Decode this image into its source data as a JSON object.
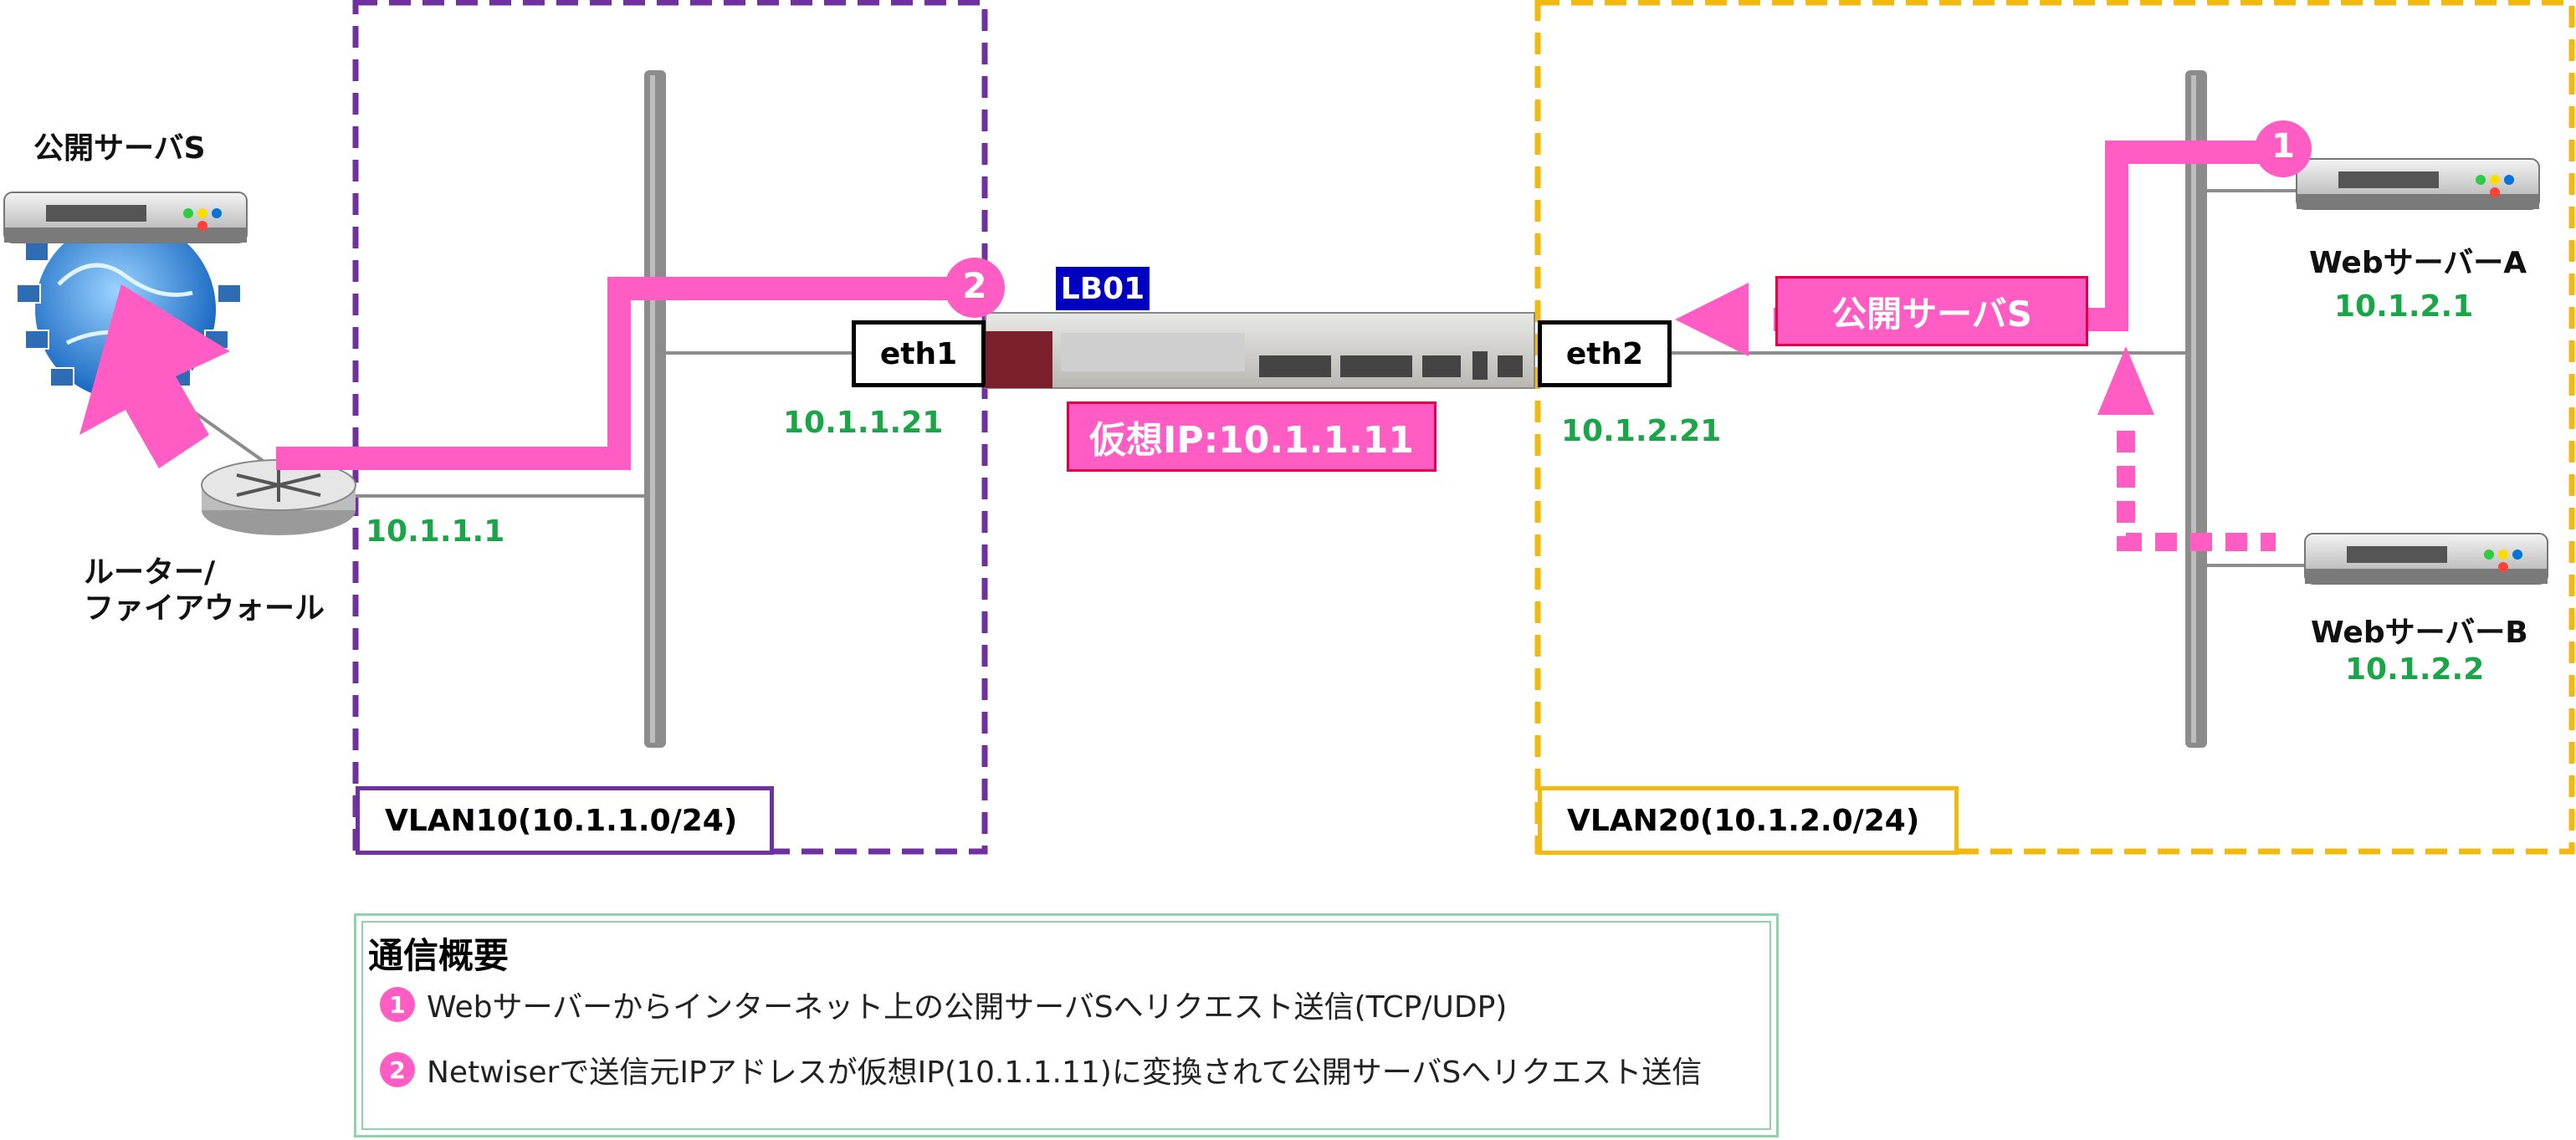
{
  "colors": {
    "accent_pink": "#ff5cc4",
    "vlan10_border": "#7030a0",
    "vlan20_border": "#f2b90f",
    "ip_text": "#1aa648",
    "lb_label_bg": "#0000c0"
  },
  "nodes": {
    "public_server": {
      "label": "公開サーバS",
      "icon": "globe-server-icon"
    },
    "router": {
      "label_line1": "ルーター/",
      "label_line2": "ファイアウォール",
      "ip": "10.1.1.1",
      "icon": "router-icon"
    },
    "load_balancer": {
      "label": "LB01",
      "icon": "appliance-icon"
    },
    "web_a": {
      "label": "WebサーバーA",
      "ip": "10.1.2.1",
      "icon": "server-icon"
    },
    "web_b": {
      "label": "WebサーバーB",
      "ip": "10.1.2.2",
      "icon": "server-icon"
    }
  },
  "interfaces": {
    "eth1": {
      "label": "eth1",
      "ip": "10.1.1.21"
    },
    "eth2": {
      "label": "eth2",
      "ip": "10.1.2.21"
    }
  },
  "virtual_ip": "仮想IP:10.1.1.11",
  "flow_label": "公開サーバS",
  "steps": [
    "1",
    "2"
  ],
  "vlans": {
    "vlan10": "VLAN10(10.1.1.0/24)",
    "vlan20": "VLAN20(10.1.2.0/24)"
  },
  "summary": {
    "title": "通信概要",
    "items": [
      {
        "num": "1",
        "text": "Webサーバーからインターネット上の公開サーバSへリクエスト送信(TCP/UDP)"
      },
      {
        "num": "2",
        "text": "Netwiserで送信元IPアドレスが仮想IP(10.1.1.11)に変換されて公開サーバSへリクエスト送信"
      }
    ]
  }
}
